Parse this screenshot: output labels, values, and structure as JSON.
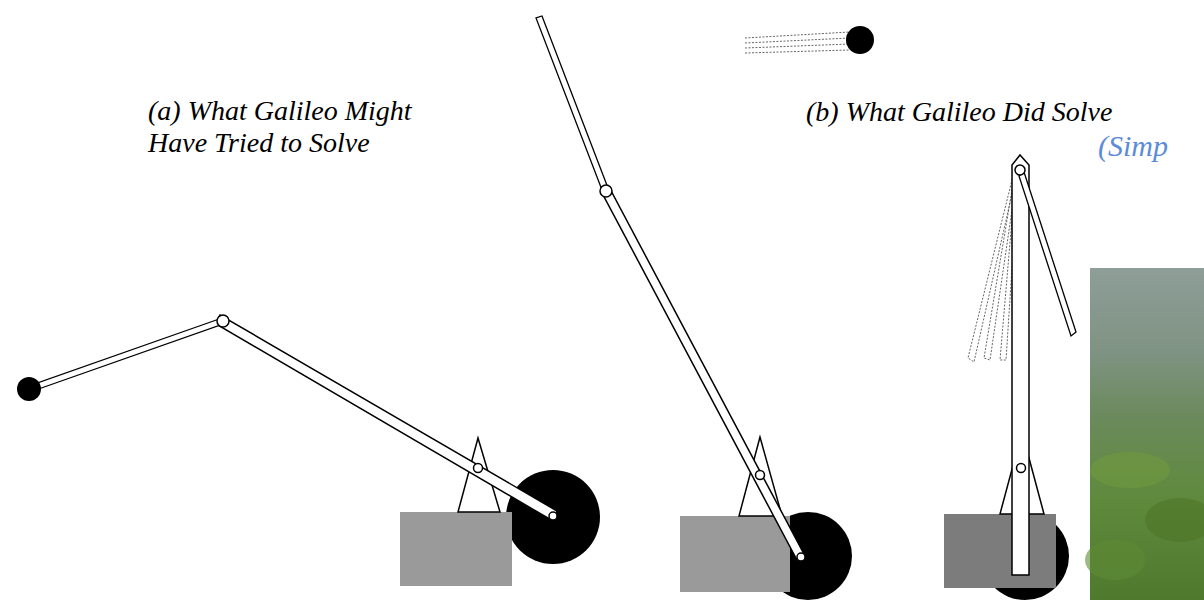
{
  "diagram": {
    "labels": [
      "(a) What Galileo Might Have Tried to Solve",
      "(b) What Galileo Did Solve",
      "(Simp"
    ]
  }
}
